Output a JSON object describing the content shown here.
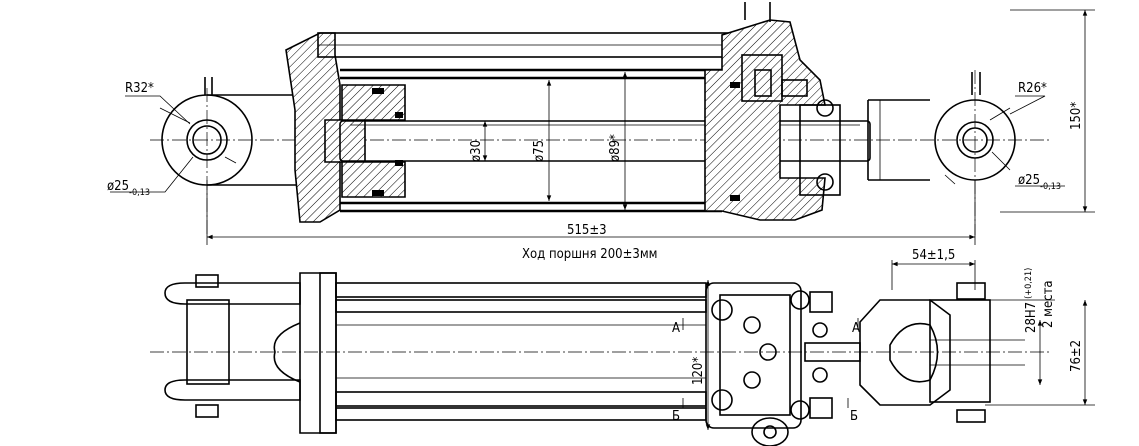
{
  "labels": {
    "r_left": "R32*",
    "r_right": "R26*",
    "pin_left": "ø25",
    "pin_left_tol": "-0,13",
    "pin_right": "ø25",
    "pin_right_tol": "-0,13",
    "rod_dia": "ø30",
    "piston_dia": "ø75",
    "barrel_dia": "ø89*",
    "length": "515±3",
    "stroke": "Ход поршня 200±3мм",
    "height": "150*",
    "offset": "54±1,5",
    "thread_a": "28H7",
    "thread_b": "(+0,21)",
    "thread_c": "2 места",
    "width": "76±2",
    "port_spacing": "120*",
    "section_a": "А",
    "section_b": "Б"
  }
}
